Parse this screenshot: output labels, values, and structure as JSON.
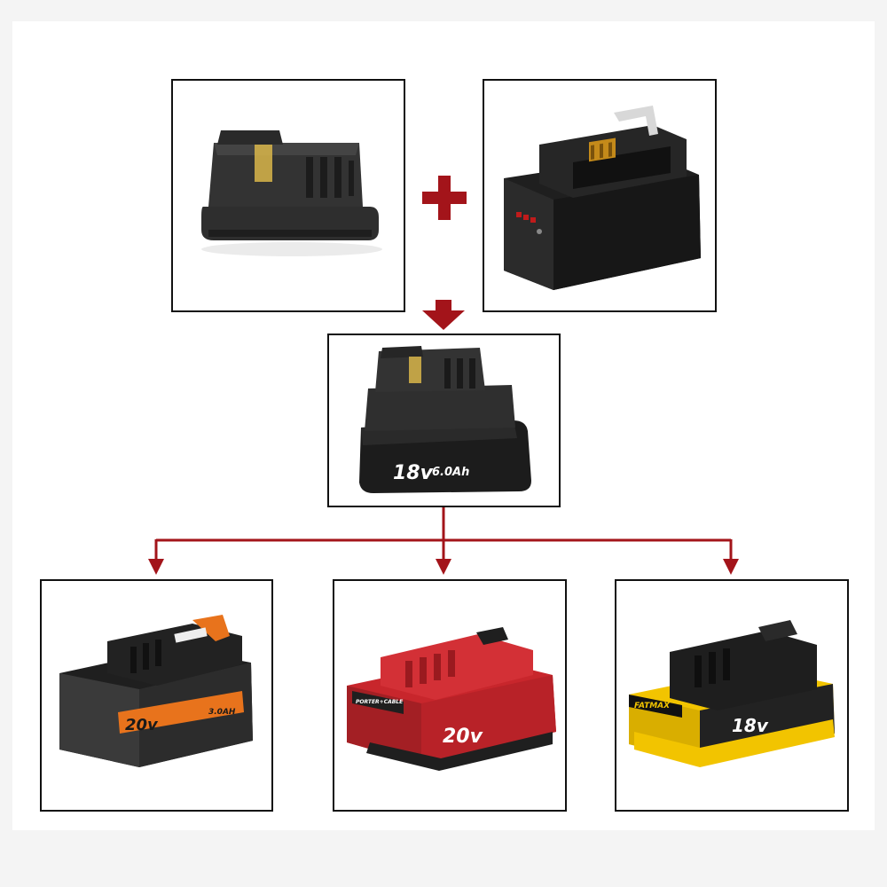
{
  "colors": {
    "arrow": "#a3141a",
    "frame_border": "#111111",
    "body_dark": "#2b2b2b",
    "porter_red": "#c8262c",
    "stanley_yellow": "#f2c400",
    "bd_orange": "#e8731c"
  },
  "icons": {
    "plus": "plus-icon",
    "arrow_down": "arrow-down-icon"
  },
  "panels": {
    "combined": {
      "volt": "18v",
      "capacity": "6.0Ah"
    },
    "blackdecker": {
      "volt": "20v",
      "capacity": "3.0AH"
    },
    "porter": {
      "brand": "PORTER+CABLE",
      "volt": "20v"
    },
    "stanley": {
      "brand": "FATMAX",
      "volt": "18v"
    }
  }
}
